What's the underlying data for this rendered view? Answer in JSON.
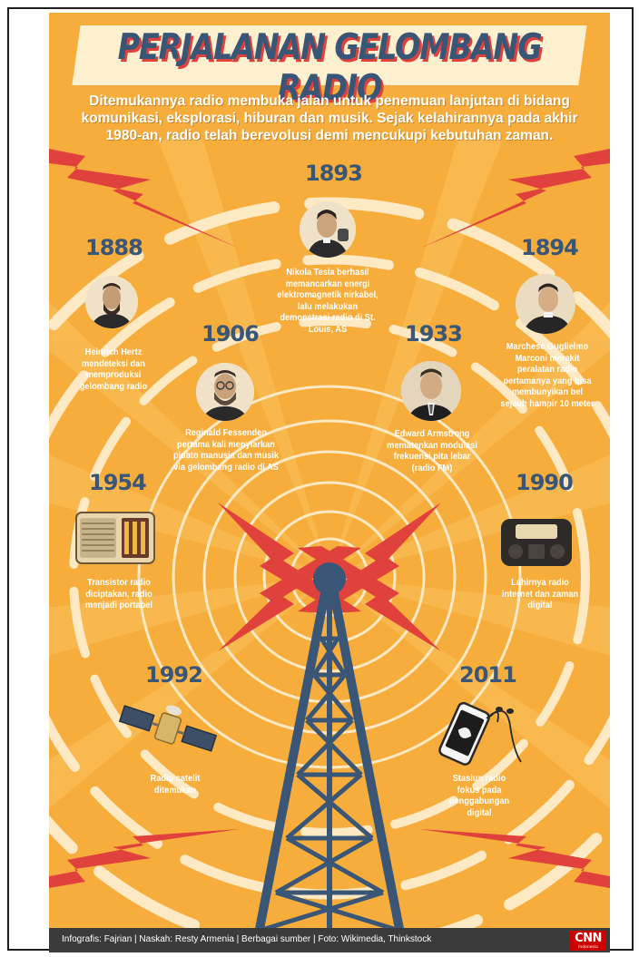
{
  "title": "PERJALANAN GELOMBANG RADIO",
  "intro": "Ditemukannya radio membuka jalan untuk penemuan lanjutan di bidang komunikasi, eksplorasi, hiburan dan musik. Sejak kelahirannya pada akhir 1980-an, radio telah berevolusi demi mencukupi kebutuhan zaman.",
  "colors": {
    "background": "#f7ad3b",
    "navy": "#3a5677",
    "red": "#e0413c",
    "cream": "#fdf0cf",
    "footer": "#3b3b3b"
  },
  "milestones": [
    {
      "year": "1893",
      "text": "Nikola Tesla berhasil memancarkan energi elektromagnetik nirkabel, lalu melakukan demonstrasi radio di St. Louis, AS",
      "icon": "tesla-portrait"
    },
    {
      "year": "1888",
      "text": "Heinrich Hertz mendeteksi dan memproduksi gelombang radio",
      "icon": "hertz-portrait"
    },
    {
      "year": "1894",
      "text": "Marchese Guglielmo Marconi merakit peralatan radio pertamanya yang bisa membunyikan bel sejauh hampir 10 meter",
      "icon": "marconi-portrait"
    },
    {
      "year": "1906",
      "text": "Reginald Fessenden pertama kali menyiarkan pidato manusia dan musik via gelombang radio di AS",
      "icon": "fessenden-portrait"
    },
    {
      "year": "1933",
      "text": "Edward Armstrong mematenkan modulasi frekuensi pita lebar (radio FM)",
      "icon": "armstrong-portrait"
    },
    {
      "year": "1954",
      "text": "Transistor radio diciptakan, radio menjadi portabel",
      "icon": "transistor-radio-icon"
    },
    {
      "year": "1990",
      "text": "Lahirnya radio internet dan zaman digital",
      "icon": "internet-radio-icon"
    },
    {
      "year": "1992",
      "text": "Radio satelit ditemukan",
      "icon": "satellite-icon"
    },
    {
      "year": "2011",
      "text": "Stasiun radio fokus pada penggabungan digital",
      "icon": "smartphone-earphones-icon"
    }
  ],
  "footer": {
    "credits": "Infografis: Fajrian | Naskah: Resty Armenia | Berbagai sumber | Foto: Wikimedia, Thinkstock",
    "logo": "CNN",
    "logo_sub": "Indonesia"
  }
}
